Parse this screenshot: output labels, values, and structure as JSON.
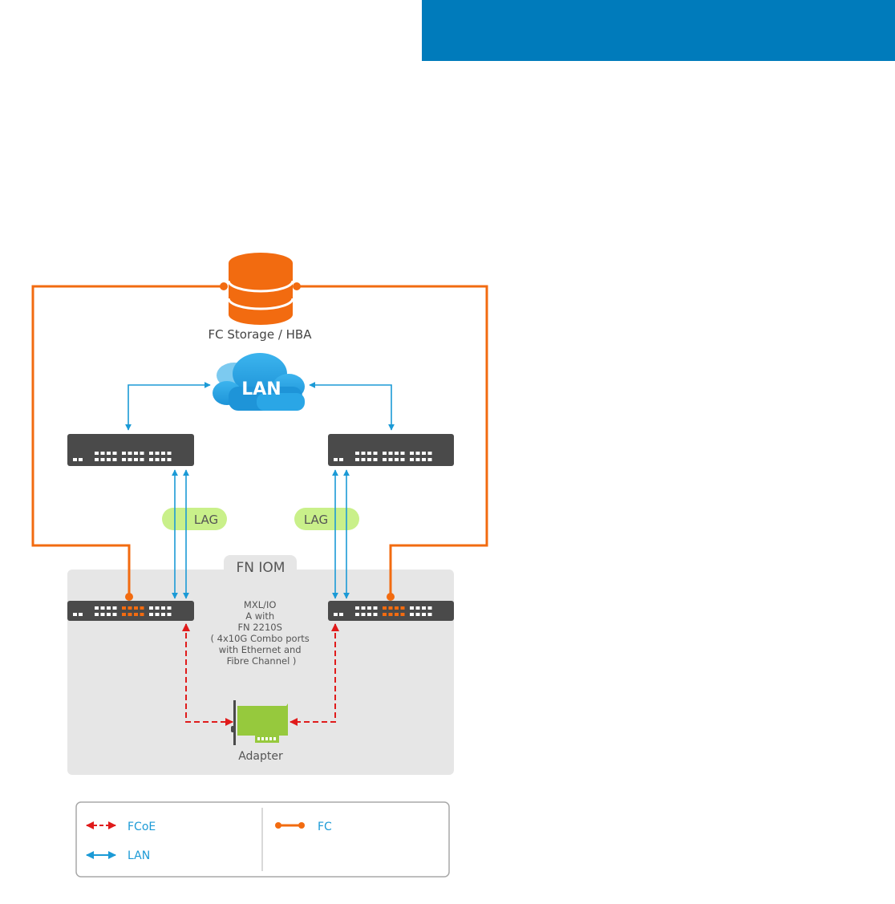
{
  "diagram": {
    "storage": {
      "label": "FC Storage / HBA"
    },
    "cloud": {
      "label": "LAN"
    },
    "lag": {
      "left": "LAG",
      "right": "LAG"
    },
    "iom": {
      "tab_label": "FN IOM",
      "description": [
        "MXL/IO",
        "A with",
        "FN 2210S",
        "( 4x10G Combo ports",
        "with Ethernet and",
        "Fibre Channel )"
      ]
    },
    "adapter": {
      "label": "Adapter"
    },
    "legend": {
      "items": [
        {
          "label": "FCoE",
          "icon": "red-dashed-double-arrow-icon"
        },
        {
          "label": "LAN",
          "icon": "blue-double-arrow-icon"
        },
        {
          "label": "FC",
          "icon": "orange-dot-line-icon"
        }
      ]
    },
    "colors": {
      "header": "#007bbb",
      "fc": "#f26b10",
      "lan": "#1b9ad6",
      "fcoe": "#e01b1b",
      "lag": "#c9f08a",
      "switch": "#4a4a4a",
      "iom_bg": "#e6e6e6",
      "adapter": "#96c93d",
      "legend_text": "#1b9ad6"
    }
  }
}
